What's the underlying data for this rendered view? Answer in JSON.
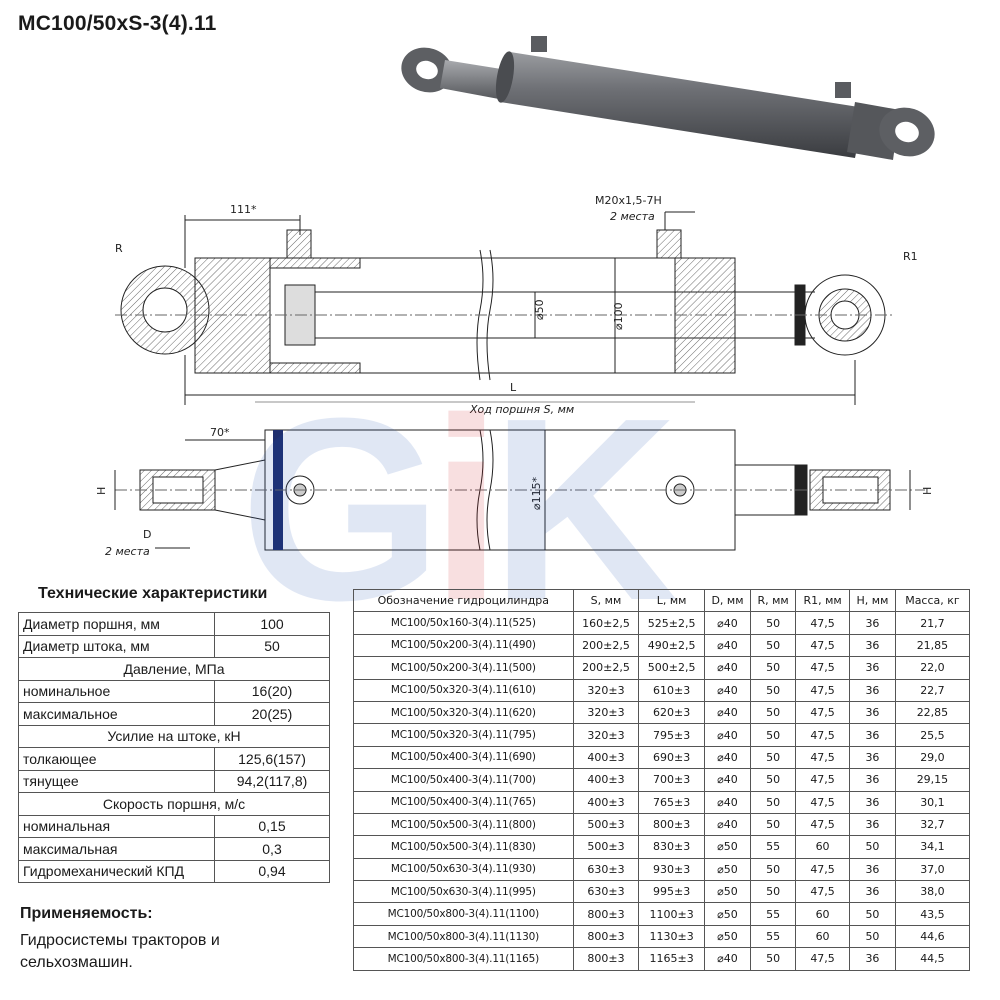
{
  "title": "МС100/50хS-3(4).11",
  "drawing": {
    "dim_111": "111*",
    "dim_R": "R",
    "dim_R1": "R1",
    "dim_thread": "M20x1,5-7H",
    "dim_thread_count": "2 места",
    "dim_d50": "⌀50",
    "dim_d100": "⌀100",
    "dim_L": "L",
    "dim_stroke": "Ход поршня S, мм",
    "dim_70": "70*",
    "dim_H_left": "H",
    "dim_H_right": "H",
    "dim_D": "D",
    "dim_D_count": "2 места",
    "dim_d115": "⌀115*"
  },
  "watermark": {
    "g": "G",
    "i": "i",
    "k": "K"
  },
  "specs": {
    "heading": "Технические характеристики",
    "rows": [
      {
        "label": "Диаметр поршня, мм",
        "value": "100"
      },
      {
        "label": "Диаметр штока, мм",
        "value": "50"
      },
      {
        "section": "Давление, МПа"
      },
      {
        "label": "номинальное",
        "value": "16(20)"
      },
      {
        "label": "максимальное",
        "value": "20(25)"
      },
      {
        "section": "Усилие на штоке, кН"
      },
      {
        "label": "толкающее",
        "value": "125,6(157)"
      },
      {
        "label": "тянущее",
        "value": "94,2(117,8)"
      },
      {
        "section": "Скорость поршня, м/с"
      },
      {
        "label": "номинальная",
        "value": "0,15"
      },
      {
        "label": "максимальная",
        "value": "0,3"
      },
      {
        "label": "Гидромеханический КПД",
        "value": "0,94"
      }
    ]
  },
  "usage": {
    "heading": "Применяемость:",
    "text": "Гидросистемы тракторов и сельхозмашин."
  },
  "models": {
    "headers": [
      "Обозначение гидроцилиндра",
      "S, мм",
      "L, мм",
      "D, мм",
      "R, мм",
      "R1, мм",
      "H, мм",
      "Масса, кг"
    ],
    "rows": [
      [
        "МС100/50х160-3(4).11(525)",
        "160±2,5",
        "525±2,5",
        "⌀40",
        "50",
        "47,5",
        "36",
        "21,7"
      ],
      [
        "МС100/50х200-3(4).11(490)",
        "200±2,5",
        "490±2,5",
        "⌀40",
        "50",
        "47,5",
        "36",
        "21,85"
      ],
      [
        "МС100/50х200-3(4).11(500)",
        "200±2,5",
        "500±2,5",
        "⌀40",
        "50",
        "47,5",
        "36",
        "22,0"
      ],
      [
        "МС100/50х320-3(4).11(610)",
        "320±3",
        "610±3",
        "⌀40",
        "50",
        "47,5",
        "36",
        "22,7"
      ],
      [
        "МС100/50х320-3(4).11(620)",
        "320±3",
        "620±3",
        "⌀40",
        "50",
        "47,5",
        "36",
        "22,85"
      ],
      [
        "МС100/50х320-3(4).11(795)",
        "320±3",
        "795±3",
        "⌀40",
        "50",
        "47,5",
        "36",
        "25,5"
      ],
      [
        "МС100/50х400-3(4).11(690)",
        "400±3",
        "690±3",
        "⌀40",
        "50",
        "47,5",
        "36",
        "29,0"
      ],
      [
        "МС100/50х400-3(4).11(700)",
        "400±3",
        "700±3",
        "⌀40",
        "50",
        "47,5",
        "36",
        "29,15"
      ],
      [
        "МС100/50х400-3(4).11(765)",
        "400±3",
        "765±3",
        "⌀40",
        "50",
        "47,5",
        "36",
        "30,1"
      ],
      [
        "МС100/50х500-3(4).11(800)",
        "500±3",
        "800±3",
        "⌀40",
        "50",
        "47,5",
        "36",
        "32,7"
      ],
      [
        "МС100/50х500-3(4).11(830)",
        "500±3",
        "830±3",
        "⌀50",
        "55",
        "60",
        "50",
        "34,1"
      ],
      [
        "МС100/50х630-3(4).11(930)",
        "630±3",
        "930±3",
        "⌀50",
        "50",
        "47,5",
        "36",
        "37,0"
      ],
      [
        "МС100/50х630-3(4).11(995)",
        "630±3",
        "995±3",
        "⌀50",
        "50",
        "47,5",
        "36",
        "38,0"
      ],
      [
        "МС100/50х800-3(4).11(1100)",
        "800±3",
        "1100±3",
        "⌀50",
        "55",
        "60",
        "50",
        "43,5"
      ],
      [
        "МС100/50х800-3(4).11(1130)",
        "800±3",
        "1130±3",
        "⌀50",
        "55",
        "60",
        "50",
        "44,6"
      ],
      [
        "МС100/50х800-3(4).11(1165)",
        "800±3",
        "1165±3",
        "⌀40",
        "50",
        "47,5",
        "36",
        "44,5"
      ]
    ]
  }
}
